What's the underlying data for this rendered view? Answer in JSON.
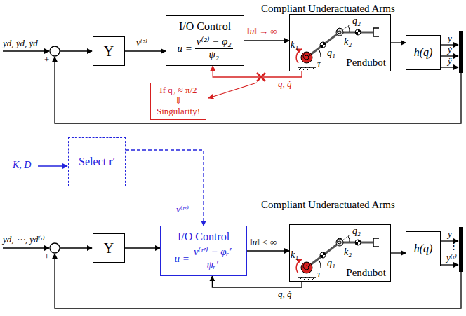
{
  "diagram": {
    "nodes": [
      {
        "text": [
          "Υ"
        ]
      },
      {
        "text": [
          "I/O Control",
          "u =",
          "v⁽²⁾ − φ₂",
          "ψ₂"
        ]
      },
      {
        "text": [
          "Pendubot"
        ]
      },
      {
        "text": [
          "h(q)"
        ]
      },
      {
        "text": [
          "If q₂ ≈ π/2",
          "⇓",
          "Singularity!"
        ]
      },
      {
        "text": [
          "Select r′"
        ]
      },
      {
        "text": [
          "Υ"
        ]
      },
      {
        "text": [
          "I/O Control",
          "u =",
          "v⁽ʳ′⁾ − φᵣ′",
          "ψᵣ′"
        ]
      },
      {
        "text": [
          "Pendubot"
        ]
      },
      {
        "text": [
          "h(q)"
        ]
      }
    ],
    "edges": [
      {
        "from": 0,
        "to": 1,
        "arrow": "to",
        "label": "v⁽²⁾"
      },
      {
        "from": 1,
        "to": 2,
        "arrow": "to",
        "label": "‖u‖ → ∞"
      },
      {
        "from": 2,
        "to": 3,
        "arrow": "to"
      },
      {
        "from": 2,
        "to": 1,
        "arrow": "to",
        "label": "q, q̇"
      },
      {
        "from": 5,
        "to": 7,
        "arrow": "to",
        "label": "v⁽ʳ′⁾"
      },
      {
        "from": 6,
        "to": 7,
        "arrow": "to"
      },
      {
        "from": 7,
        "to": 8,
        "arrow": "to",
        "label": "‖u‖ < ∞"
      },
      {
        "from": 8,
        "to": 9,
        "arrow": "to"
      },
      {
        "from": 8,
        "to": 7,
        "arrow": "to",
        "label": "q, q̇"
      }
    ],
    "labels": [
      "Compliant Underactuated Arms",
      "yd, ẏd, ÿd",
      "+",
      "q₂",
      "q₁",
      "k₁",
      "k₂",
      "τ",
      "y",
      "ẏ",
      "ÿ",
      "K, D",
      "Compliant Underactuated Arms",
      "yd, ⋯, yd⁽ʳ⁾",
      "+",
      "q₂",
      "q₁",
      "k₁",
      "k₂",
      "τ",
      "y",
      "⋮",
      "y⁽ʳ⁾"
    ]
  }
}
